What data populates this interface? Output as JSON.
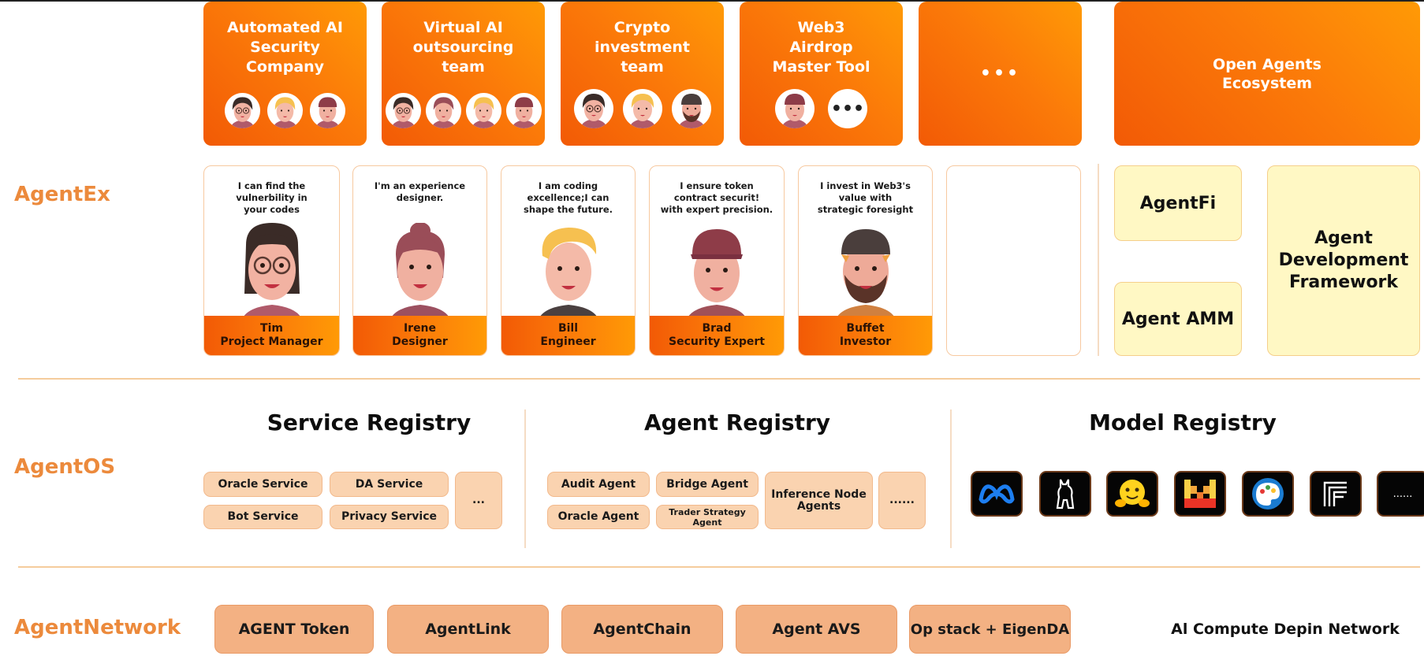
{
  "layers": {
    "agentex": "AgentEx",
    "agentos": "AgentOS",
    "agentnetwork": "AgentNetwork"
  },
  "teams": [
    {
      "title": "Automated AI\nSecurity\nCompany",
      "members": [
        "tim",
        "bill",
        "brad"
      ]
    },
    {
      "title": "Virtual AI\noutsourcing\nteam",
      "members": [
        "tim",
        "irene",
        "bill",
        "brad"
      ]
    },
    {
      "title": "Crypto\ninvestment\nteam",
      "members": [
        "tim",
        "bill",
        "buffet"
      ]
    },
    {
      "title": "Web3\nAirdrop\nMaster Tool",
      "members": [
        "brad"
      ],
      "more": "•••"
    },
    {
      "title": "•••"
    }
  ],
  "ecosystem": {
    "title": "Open Agents\nEcosystem"
  },
  "agents": [
    {
      "id": "tim",
      "quote": "I can find the\nvulnerbility in\nyour codes",
      "name": "Tim",
      "role": "Project Manager"
    },
    {
      "id": "irene",
      "quote": "I'm an experience\ndesigner.",
      "name": "Irene",
      "role": "Designer"
    },
    {
      "id": "bill",
      "quote": "I am coding\nexcellence;I can\nshape the future.",
      "name": "Bill",
      "role": "Engineer"
    },
    {
      "id": "brad",
      "quote": "I ensure token\ncontract securit!\nwith expert precision.",
      "name": "Brad",
      "role": "Security Expert"
    },
    {
      "id": "buffet",
      "quote": "I invest in Web3's\nvalue with\nstrategic foresight",
      "name": "Buffet",
      "role": "Investor"
    }
  ],
  "agentfi": "AgentFi",
  "agent_amm": "Agent AMM",
  "agent_dev_framework": "Agent\nDevelopment\nFramework",
  "service_registry": {
    "title": "Service Registry",
    "items": [
      "Oracle Service",
      "DA Service",
      "Bot Service",
      "Privacy Service"
    ],
    "more": "..."
  },
  "agent_registry": {
    "title": "Agent Registry",
    "items": [
      "Audit Agent",
      "Bridge Agent",
      "Oracle Agent",
      "Trader Strategy\nAgent"
    ],
    "inference": "Inference Node\nAgents",
    "more": "......"
  },
  "model_registry": {
    "title": "Model Registry",
    "icons": [
      "meta-icon",
      "llama-icon",
      "huggingface-icon",
      "mistral-icon",
      "palette-icon",
      "flux-icon"
    ],
    "more": "......"
  },
  "network": {
    "items": [
      "AGENT Token",
      "AgentLink",
      "AgentChain",
      "Agent AVS",
      "Op stack + EigenDA"
    ],
    "compute": "Al Compute Depin Network"
  },
  "colors": {
    "accent_orange": "#fb7a09",
    "label_orange": "#ec8a3c",
    "pill_peach": "#fad3b0",
    "network_peach": "#f3b183",
    "yellow_box": "#fff8c4"
  }
}
